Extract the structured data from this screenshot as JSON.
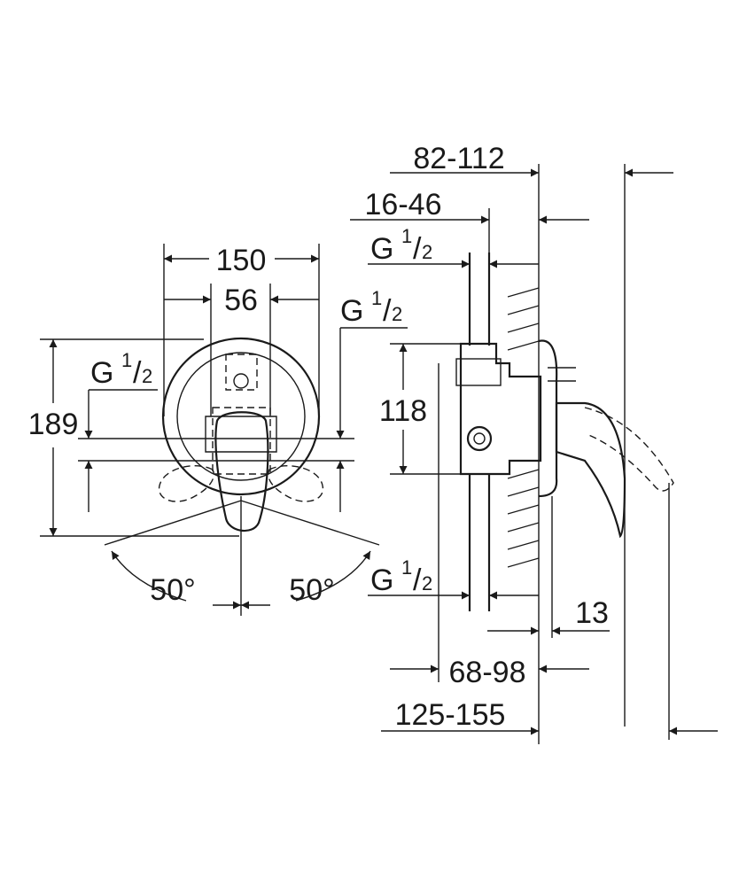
{
  "front_view": {
    "width_overall": "150",
    "width_handle": "56",
    "height_overall": "189",
    "thread_left": {
      "base": "G",
      "num": "1",
      "den": "2"
    },
    "thread_right": {
      "base": "G",
      "num": "1",
      "den": "2"
    },
    "angle_left": "50°",
    "angle_right": "50°"
  },
  "side_view": {
    "depth_total": "82-112",
    "depth_inner": "16-46",
    "thread_top": {
      "base": "G",
      "num": "1",
      "den": "2"
    },
    "thread_bottom": {
      "base": "G",
      "num": "1",
      "den": "2"
    },
    "height_outlets": "118",
    "plate_thickness": "13",
    "install_depth": "68-98",
    "total_depth": "125-155"
  }
}
